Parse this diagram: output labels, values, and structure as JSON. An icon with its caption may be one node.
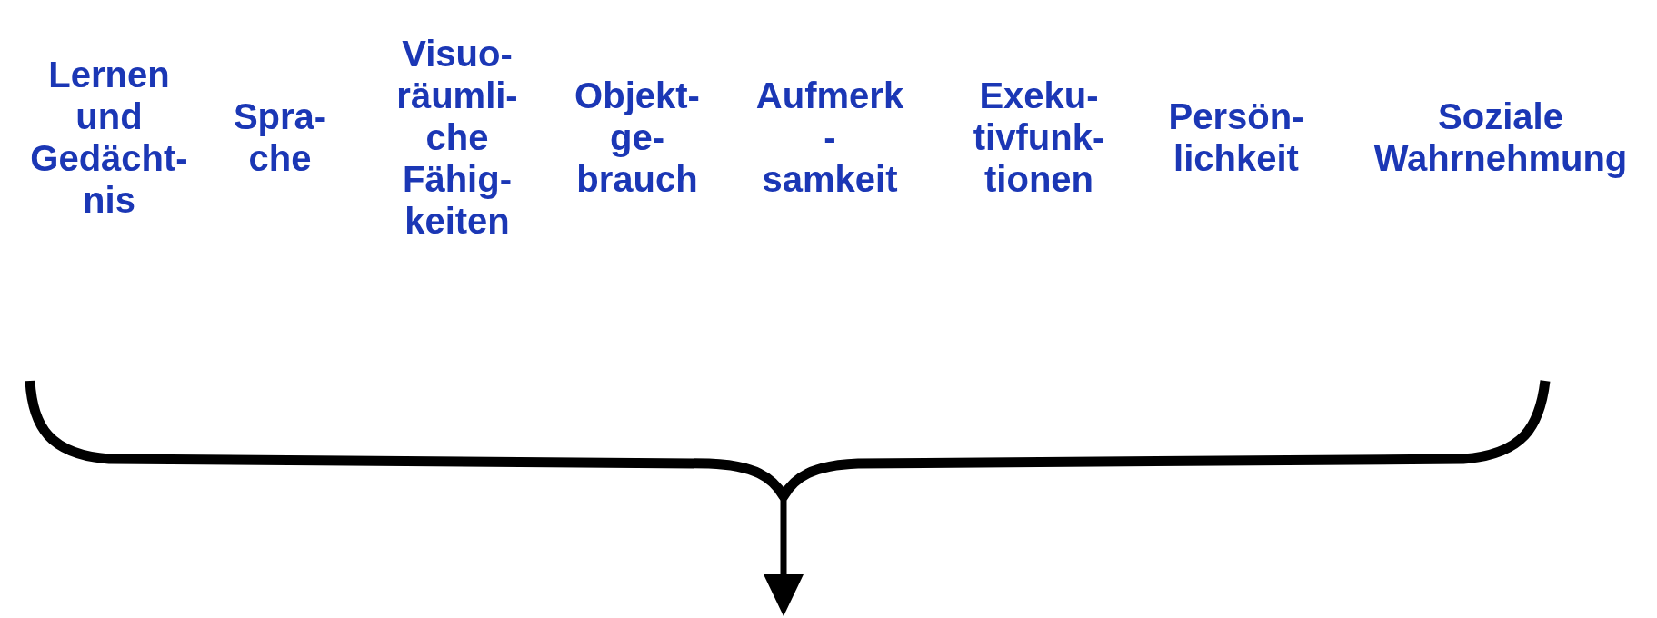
{
  "diagram": {
    "labels": [
      "Lernen und Gedächt- nis",
      "Spra- che",
      "Visuo- räumli- che Fähig- keiten",
      "Objekt- ge- brauch",
      "Aufmerk -samkeit",
      "Exeku- tivfunk- tionen",
      "Persön- lichkeit",
      "Soziale Wahrnehmung"
    ]
  }
}
